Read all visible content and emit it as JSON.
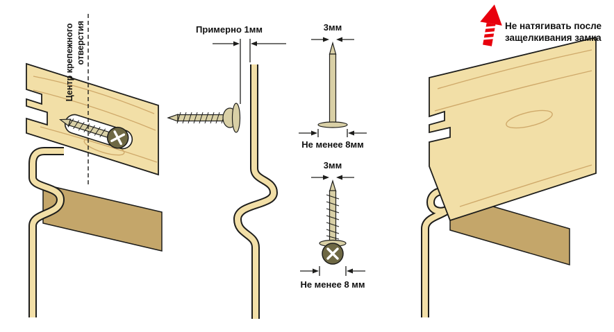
{
  "diagram": {
    "background": "#ffffff",
    "colors": {
      "siding": "#f2dfa7",
      "batten": "#c4a66a",
      "outline": "#1d1d1b",
      "wood_grain": "#cfa96a",
      "screw_head": "#6e6844",
      "arrow_red": "#e8000d",
      "text": "#101010"
    },
    "left": {
      "label_line1": "Центр крепежного",
      "label_line2": "отверстия"
    },
    "middle": {
      "gap_label": "Примерно 1мм"
    },
    "nail": {
      "dia_label": "3мм",
      "head_label": "Не менее 8мм"
    },
    "screw": {
      "dia_label": "3мм",
      "head_label": "Не менее 8 мм"
    },
    "right": {
      "note_line1": "Не натягивать после",
      "note_line2": "защелкивания замка"
    }
  }
}
